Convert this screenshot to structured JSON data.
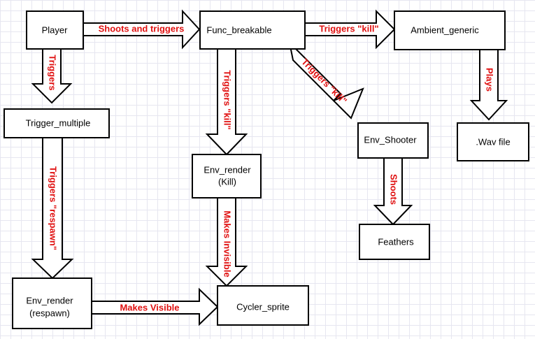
{
  "colors": {
    "label": "#e01010",
    "box_border": "#000000",
    "box_fill": "#ffffff",
    "grid": "#e6e6f0"
  },
  "nodes": {
    "player": "Player",
    "func_breakable": "Func_breakable",
    "ambient_generic": "Ambient_generic",
    "trigger_multiple": "Trigger_multiple",
    "env_render_kill": [
      "Env_render",
      "(Kill)"
    ],
    "env_shooter": "Env_Shooter",
    "wav_file": ".Wav file",
    "feathers": "Feathers",
    "env_render_respawn": [
      "Env_render",
      "(respawn)"
    ],
    "cycler_sprite": "Cycler_sprite"
  },
  "edges": {
    "player_to_func_breakable": "Shoots and triggers",
    "func_breakable_to_ambient_generic": "Triggers \"kill\"",
    "player_to_trigger_multiple": "Triggers",
    "func_breakable_to_env_render_kill": "Triggers \"kill\"",
    "func_breakable_to_env_shooter": "Triggers \"kill\"",
    "ambient_generic_to_wav_file": "Plays",
    "env_shooter_to_feathers": "Shoots",
    "trigger_multiple_to_env_render_respawn": "Triggers \"respawn\"",
    "env_render_kill_to_cycler_sprite": "Makes Invisible",
    "env_render_respawn_to_cycler_sprite": "Makes Visible"
  }
}
